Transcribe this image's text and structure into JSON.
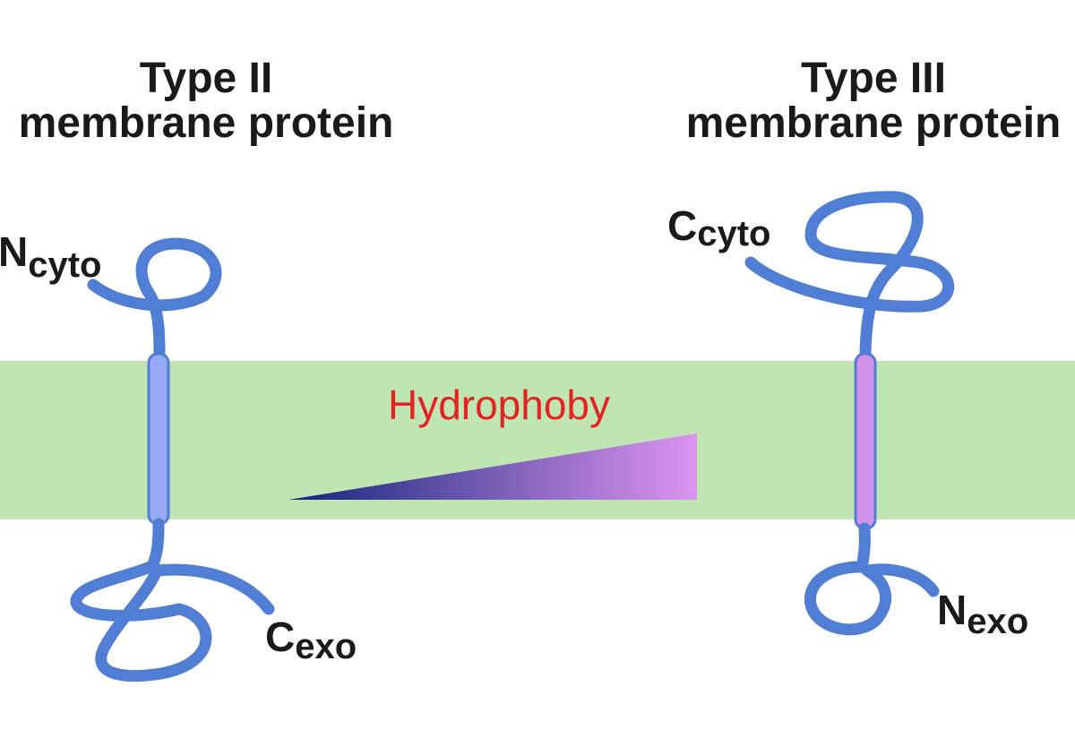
{
  "type_ii": {
    "title_line1": "Type II",
    "title_line2": "membrane protein",
    "n_term_main": "N",
    "n_term_sub": "cyto",
    "c_term_main": "C",
    "c_term_sub": "exo"
  },
  "type_iii": {
    "title_line1": "Type III",
    "title_line2": "membrane protein",
    "c_term_main": "C",
    "c_term_sub": "cyto",
    "n_term_main": "N",
    "n_term_sub": "exo"
  },
  "gradient_label": "Hydrophoby",
  "colors": {
    "membrane": "#bfe5b3",
    "chain": "#4f7ed4",
    "type_ii_tm_segment": "#97a8f4",
    "type_iii_tm_segment": "#d292e8",
    "label_accent": "#e52222",
    "gradient_start": "#14267a",
    "gradient_end": "#dc94f0",
    "text": "#1a1a1a"
  }
}
